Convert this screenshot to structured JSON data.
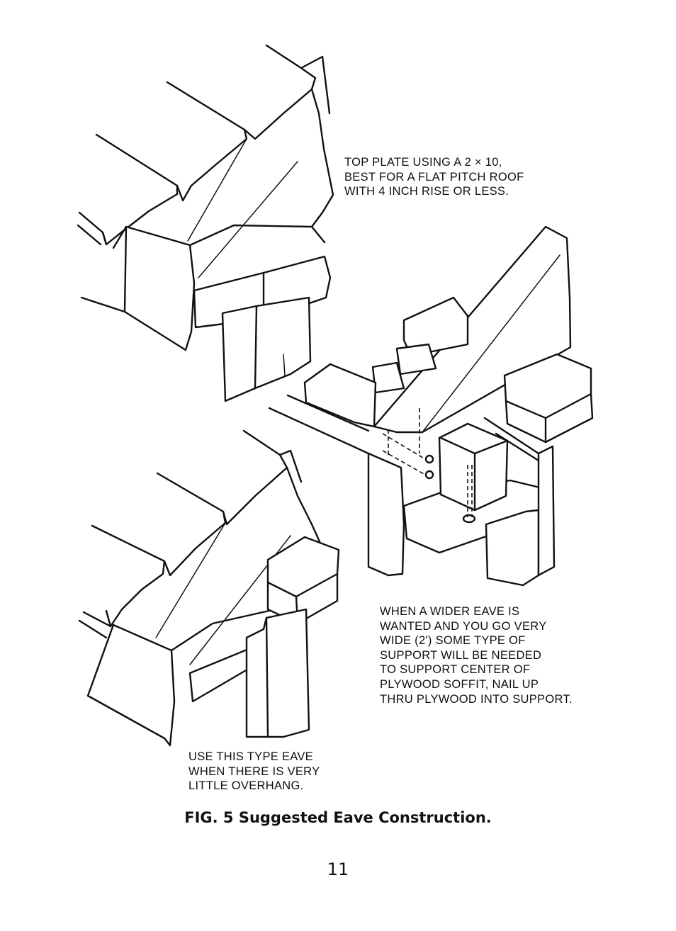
{
  "figure": {
    "callouts": {
      "top_plate": {
        "lines": [
          "TOP PLATE USING A 2 × 10,",
          "BEST FOR A FLAT PITCH ROOF",
          "WITH 4 INCH RISE OR LESS."
        ]
      },
      "wider_eave": {
        "lines": [
          "WHEN A WIDER EAVE IS",
          "WANTED AND YOU GO VERY",
          "WIDE (2') SOME TYPE OF",
          "SUPPORT WILL BE NEEDED",
          "TO SUPPORT CENTER OF",
          "PLYWOOD SOFFIT, NAIL UP",
          "THRU PLYWOOD INTO SUPPORT."
        ]
      },
      "little_overhang": {
        "lines": [
          "USE THIS TYPE EAVE",
          "WHEN THERE IS VERY",
          "LITTLE OVERHANG."
        ]
      }
    },
    "caption": "FIG. 5  Suggested Eave Construction."
  },
  "page": {
    "number": "11"
  }
}
